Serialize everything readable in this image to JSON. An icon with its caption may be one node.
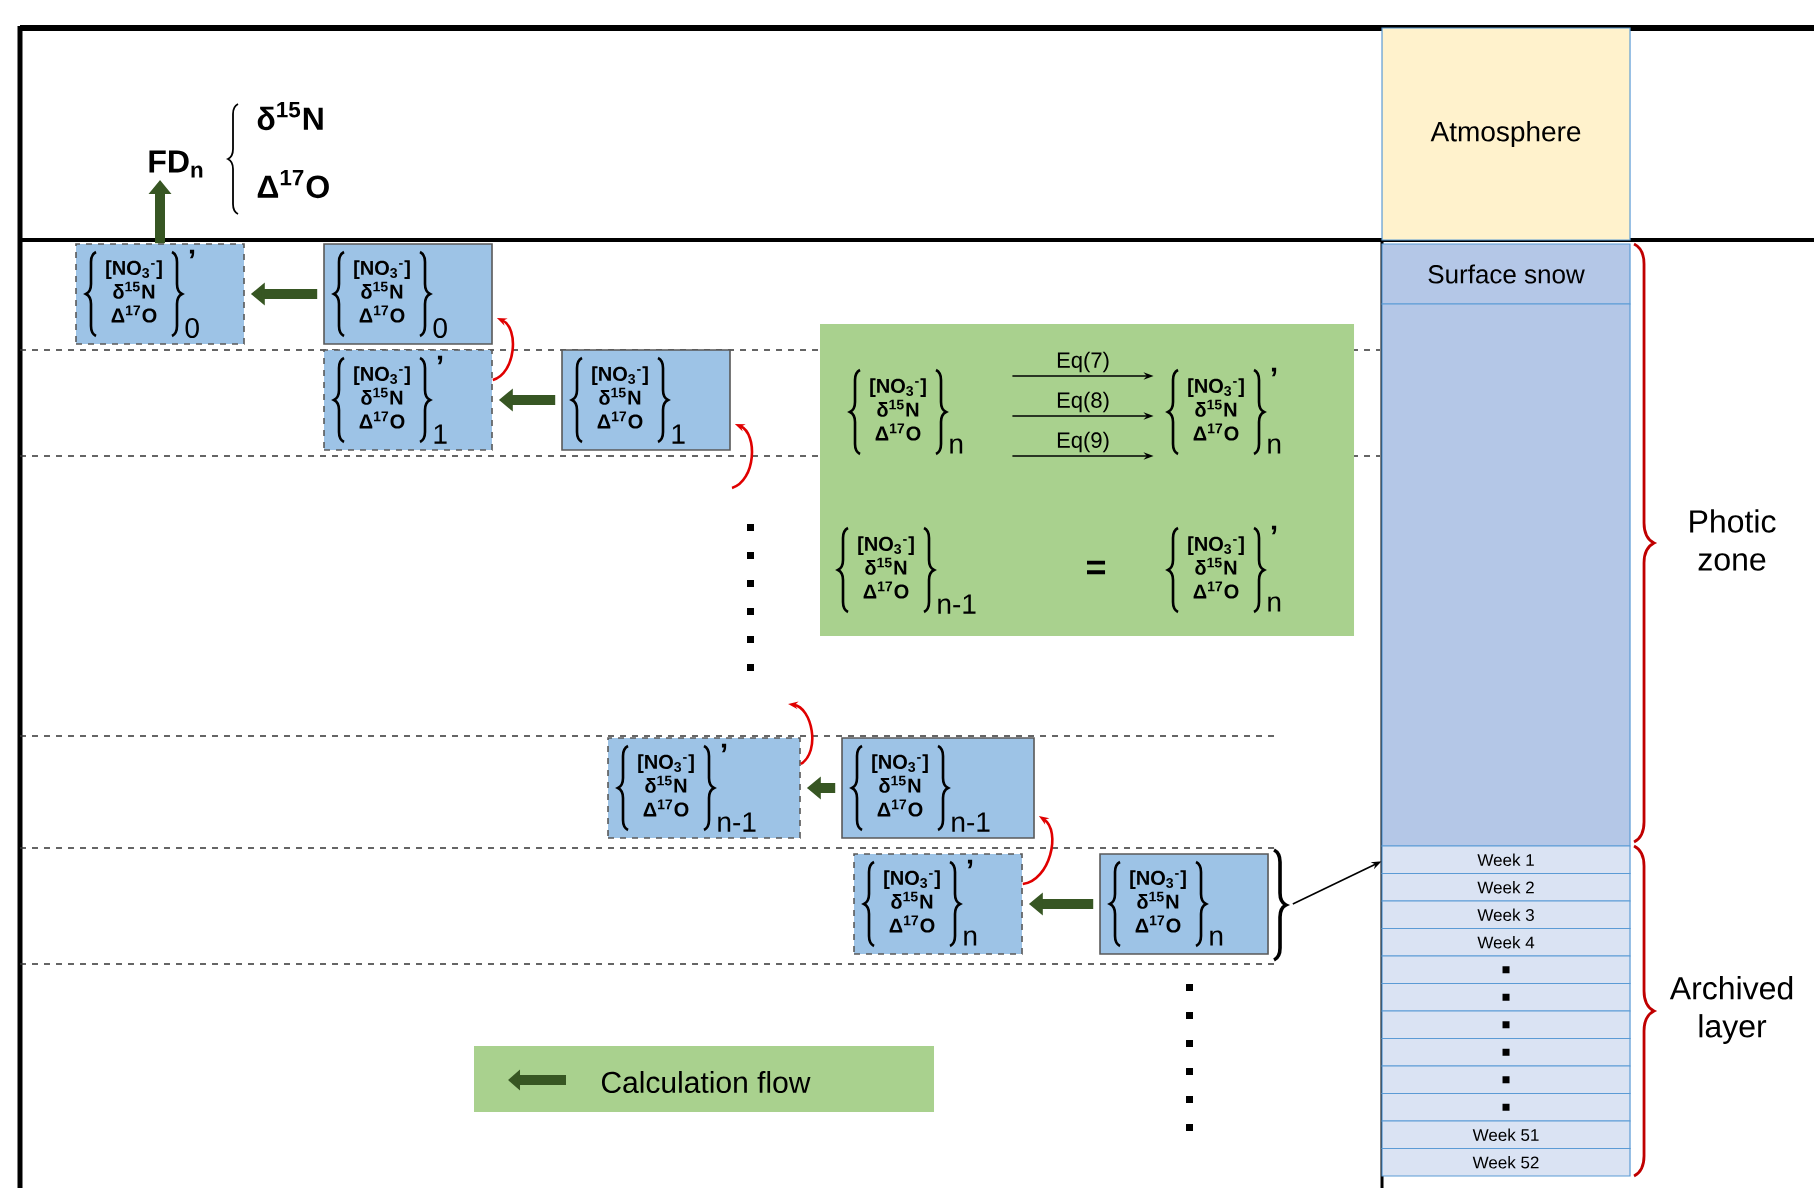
{
  "diagram": {
    "nodes": [
      {
        "text": [
          "FD$_{n}$",
          "δ$^{15}$N",
          "Δ$^{17}$O"
        ]
      },
      {
        "text": [
          "[NO$_{3}$$^{-}$]",
          "δ$^{15}$N",
          "Δ$^{17}$O",
          "’",
          "0"
        ]
      },
      {
        "text": [
          "[NO$_{3}$$^{-}$]",
          "δ$^{15}$N",
          "Δ$^{17}$O",
          "0"
        ]
      },
      {
        "text": [
          "[NO$_{3}$$^{-}$]",
          "δ$^{15}$N",
          "Δ$^{17}$O",
          "’",
          "1"
        ]
      },
      {
        "text": [
          "[NO$_{3}$$^{-}$]",
          "δ$^{15}$N",
          "Δ$^{17}$O",
          "1"
        ]
      },
      {
        "text": [
          "[NO$_{3}$$^{-}$]",
          "δ$^{15}$N",
          "Δ$^{17}$O",
          "’",
          "n-1"
        ]
      },
      {
        "text": [
          "[NO$_{3}$$^{-}$]",
          "δ$^{15}$N",
          "Δ$^{17}$O",
          "n-1"
        ]
      },
      {
        "text": [
          "[NO$_{3}$$^{-}$]",
          "δ$^{15}$N",
          "Δ$^{17}$O",
          "’",
          "n"
        ]
      },
      {
        "text": [
          "[NO$_{3}$$^{-}$]",
          "δ$^{15}$N",
          "Δ$^{17}$O",
          "n"
        ]
      },
      {
        "text": [
          "="
        ]
      },
      {
        "text": [
          "[NO$_{3}$$^{-}$]",
          "δ$^{15}$N",
          "Δ$^{17}$O",
          "n"
        ],
        "in": 9
      },
      {
        "text": [
          "[NO$_{3}$$^{-}$]",
          "δ$^{15}$N",
          "Δ$^{17}$O",
          "’",
          "n"
        ],
        "in": 9
      },
      {
        "text": [
          "[NO$_{3}$$^{-}$]",
          "δ$^{15}$N",
          "Δ$^{17}$O",
          "n-1"
        ],
        "in": 9
      },
      {
        "text": [
          "[NO$_{3}$$^{-}$]",
          "δ$^{15}$N",
          "Δ$^{17}$O",
          "’",
          "n"
        ],
        "in": 9
      },
      {
        "text": [
          "Atmosphere"
        ]
      },
      {
        "text": [
          "Surface snow"
        ]
      },
      {
        "text": [],
        "shape": "box"
      },
      {
        "text": [
          "Week 1"
        ]
      },
      {
        "text": [
          "Week 2"
        ]
      },
      {
        "text": [
          "Week 3"
        ]
      },
      {
        "text": [
          "Week 4"
        ]
      },
      {
        "text": [],
        "shape": "box"
      },
      {
        "text": [],
        "shape": "box"
      },
      {
        "text": [],
        "shape": "box"
      },
      {
        "text": [],
        "shape": "box"
      },
      {
        "text": [],
        "shape": "box"
      },
      {
        "text": [],
        "shape": "box"
      },
      {
        "text": [
          "Week 51"
        ]
      },
      {
        "text": [
          "Week 52"
        ]
      }
    ],
    "edges": [
      {
        "from": 2,
        "to": 1,
        "arrow": "to",
        "style": "thick",
        "color": "#375623"
      },
      {
        "from": 4,
        "to": 3,
        "arrow": "to",
        "style": "thick",
        "color": "#375623"
      },
      {
        "from": 6,
        "to": 5,
        "arrow": "to",
        "style": "thick",
        "color": "#375623"
      },
      {
        "from": 8,
        "to": 7,
        "arrow": "to",
        "style": "thick",
        "color": "#375623"
      },
      {
        "from": 1,
        "to": 0,
        "arrow": "to",
        "style": "thick",
        "color": "#375623"
      },
      {
        "from": 3,
        "to": 2,
        "arrow": "to",
        "color": "#e00000"
      },
      {
        "from": null,
        "to": 4,
        "arrow": "to",
        "color": "#e00000"
      },
      {
        "from": 5,
        "to": null,
        "arrow": "to",
        "color": "#e00000"
      },
      {
        "from": 7,
        "to": 6,
        "arrow": "to",
        "color": "#e00000"
      },
      {
        "from": 10,
        "to": 11,
        "arrow": "to",
        "label": "Eq(7)"
      },
      {
        "from": 10,
        "to": 11,
        "arrow": "to",
        "label": "Eq(8)"
      },
      {
        "from": 10,
        "to": 11,
        "arrow": "to",
        "label": "Eq(9)"
      },
      {
        "from": 8,
        "to": 17,
        "arrow": "to"
      }
    ],
    "labels": [
      "Photic zone",
      "Archived layer"
    ],
    "legend": [
      {
        "text": "Calculation flow"
      }
    ]
  }
}
